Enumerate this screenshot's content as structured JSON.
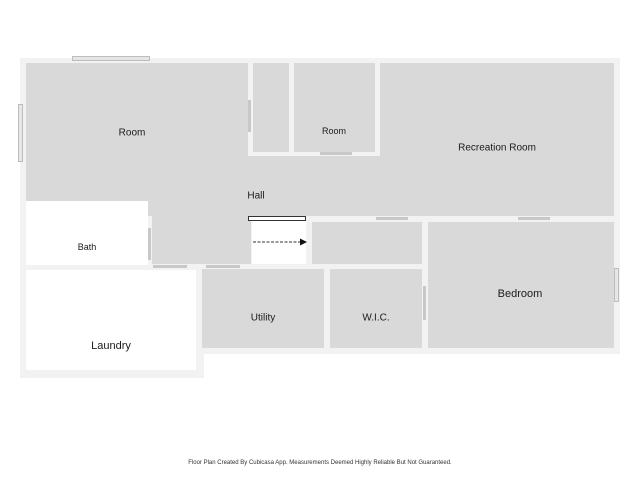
{
  "rooms": {
    "room_large": "Room",
    "room_small": "Room",
    "recreation": "Recreation Room",
    "hall": "Hall",
    "bath": "Bath",
    "laundry": "Laundry",
    "utility": "Utility",
    "wic": "W.I.C.",
    "bedroom": "Bedroom"
  },
  "footer": "Floor Plan Created By Cubicasa App. Measurements Deemed Highly Reliable But Not Guaranteed.",
  "colors": {
    "room_fill": "#d9d9d9",
    "wall": "#f2f2f2",
    "background": "#ffffff"
  }
}
